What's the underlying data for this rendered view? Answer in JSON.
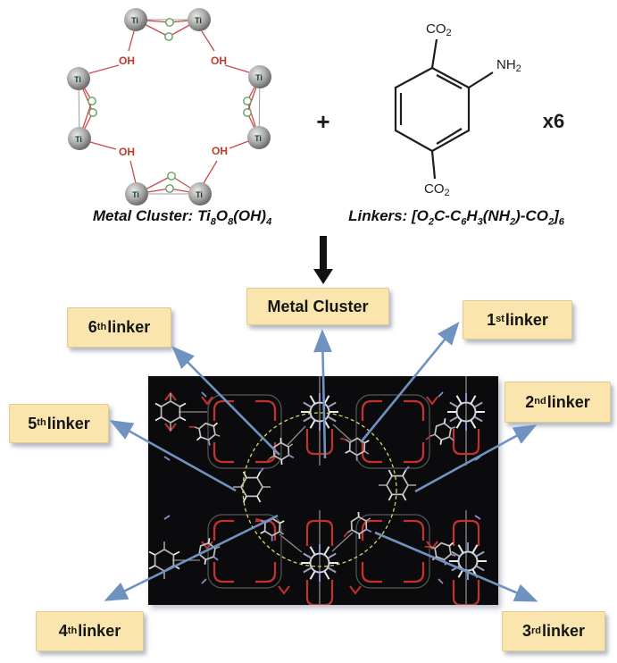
{
  "reaction": {
    "plus": "+",
    "multiplier": "x6",
    "cluster": {
      "ti_label": "Ti",
      "oh_label": "OH",
      "caption": {
        "pre": "Metal Cluster: Ti",
        "s1": "8",
        "p2": "O",
        "s2": "8",
        "p3": "(OH)",
        "s3": "4"
      }
    },
    "linker": {
      "co2_top": {
        "t": "CO",
        "s": "2"
      },
      "nh2": {
        "t": "NH",
        "s": "2"
      },
      "co2_bottom": {
        "t": "CO",
        "s": "2"
      },
      "caption": {
        "pre": "Linkers: [O",
        "s1": "2",
        "p2": "C-C",
        "s2": "6",
        "p3": "H",
        "s3": "3",
        "p4": "(NH",
        "s4": "2",
        "p5": ")-CO",
        "s5": "2",
        "p6": "]",
        "s6": "6"
      }
    }
  },
  "assembly": {
    "labels": {
      "metal_cluster": "Metal Cluster",
      "l1": {
        "n": "1",
        "ord": "st",
        "rest": " linker"
      },
      "l2": {
        "n": "2",
        "ord": "nd",
        "rest": " linker"
      },
      "l3": {
        "n": "3",
        "ord": "rd",
        "rest": " linker"
      },
      "l4": {
        "n": "4",
        "ord": "th",
        "rest": " linker"
      },
      "l5": {
        "n": "5",
        "ord": "th",
        "rest": " linker"
      },
      "l6": {
        "n": "6",
        "ord": "th",
        "rest": " linker"
      }
    }
  },
  "colors": {
    "label_box_fill": "#f9e5ad",
    "arrow_blue": "#6f92c0",
    "down_arrow_black": "#111111",
    "bond_red": "#c43131",
    "bond_gray": "#b5b5b5",
    "hydrogen_white": "#ececec",
    "nitrogen_periwinkle": "#8b93cf",
    "highlight_circle_yellow": "#d6d66a",
    "crystal_background": "#0b0b0d",
    "titanium_sphere_gray": "#9a9a9a",
    "oxygen_green": "#63a063",
    "hydroxyl_red": "#c0392b"
  }
}
